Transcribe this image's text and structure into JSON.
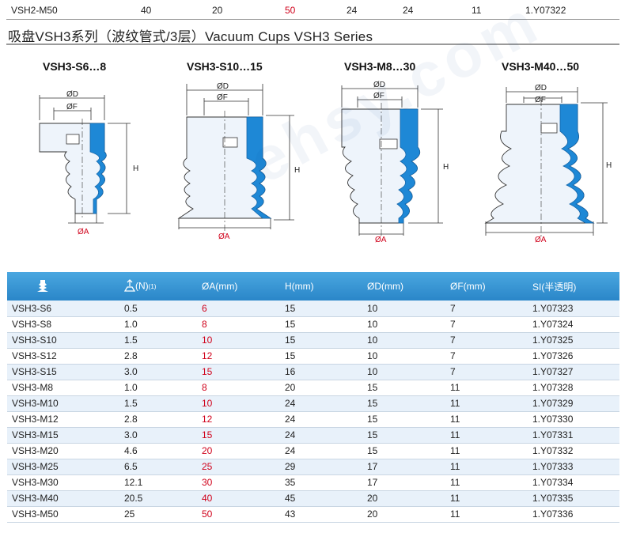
{
  "top_row": {
    "model": "VSH2-M50",
    "force": "40",
    "a": "20",
    "h": "50",
    "d": "24",
    "f": "24",
    "extra": "11",
    "code": "1.Y07322"
  },
  "section": {
    "title": "吸盘VSH3系列（波纹管式/3层）Vacuum Cups VSH3 Series"
  },
  "drawings": [
    {
      "title": "VSH3-S6…8",
      "labels": {
        "d": "ØD",
        "f": "ØF",
        "h": "H",
        "a": "ØA"
      }
    },
    {
      "title": "VSH3-S10…15",
      "labels": {
        "d": "ØD",
        "f": "ØF",
        "h": "H",
        "a": "ØA"
      }
    },
    {
      "title": "VSH3-M8…30",
      "labels": {
        "d": "ØD",
        "f": "ØF",
        "h": "H",
        "a": "ØA"
      }
    },
    {
      "title": "VSH3-M40…50",
      "labels": {
        "d": "ØD",
        "f": "ØF",
        "h": "H",
        "a": "ØA"
      }
    }
  ],
  "colors": {
    "header_blue": "#2a86c8",
    "cup_blue": "#1e88d6",
    "accent_red": "#d0021b",
    "row_stripe": "#e8f1fa"
  },
  "table": {
    "icons": {
      "model": "suction-cup-icon",
      "force": "force-icon"
    },
    "headers": {
      "force_unit": "(N)",
      "force_note": "(1)",
      "a": "ØA(mm)",
      "h": "H(mm)",
      "d": "ØD(mm)",
      "f": "ØF(mm)",
      "code": "SI(半透明)"
    },
    "rows": [
      {
        "model": "VSH3-S6",
        "force": "0.5",
        "a": "6",
        "h": "15",
        "d": "10",
        "f": "7",
        "code": "1.Y07323"
      },
      {
        "model": "VSH3-S8",
        "force": "1.0",
        "a": "8",
        "h": "15",
        "d": "10",
        "f": "7",
        "code": "1.Y07324"
      },
      {
        "model": "VSH3-S10",
        "force": "1.5",
        "a": "10",
        "h": "15",
        "d": "10",
        "f": "7",
        "code": "1.Y07325"
      },
      {
        "model": "VSH3-S12",
        "force": "2.8",
        "a": "12",
        "h": "15",
        "d": "10",
        "f": "7",
        "code": "1.Y07326"
      },
      {
        "model": "VSH3-S15",
        "force": "3.0",
        "a": "15",
        "h": "16",
        "d": "10",
        "f": "7",
        "code": "1.Y07327"
      },
      {
        "model": "VSH3-M8",
        "force": "1.0",
        "a": "8",
        "h": "20",
        "d": "15",
        "f": "11",
        "code": "1.Y07328"
      },
      {
        "model": "VSH3-M10",
        "force": "1.5",
        "a": "10",
        "h": "24",
        "d": "15",
        "f": "11",
        "code": "1.Y07329"
      },
      {
        "model": "VSH3-M12",
        "force": "2.8",
        "a": "12",
        "h": "24",
        "d": "15",
        "f": "11",
        "code": "1.Y07330"
      },
      {
        "model": "VSH3-M15",
        "force": "3.0",
        "a": "15",
        "h": "24",
        "d": "15",
        "f": "11",
        "code": "1.Y07331"
      },
      {
        "model": "VSH3-M20",
        "force": "4.6",
        "a": "20",
        "h": "24",
        "d": "15",
        "f": "11",
        "code": "1.Y07332"
      },
      {
        "model": "VSH3-M25",
        "force": "6.5",
        "a": "25",
        "h": "29",
        "d": "17",
        "f": "11",
        "code": "1.Y07333"
      },
      {
        "model": "VSH3-M30",
        "force": "12.1",
        "a": "30",
        "h": "35",
        "d": "17",
        "f": "11",
        "code": "1.Y07334"
      },
      {
        "model": "VSH3-M40",
        "force": "20.5",
        "a": "40",
        "h": "45",
        "d": "20",
        "f": "11",
        "code": "1.Y07335"
      },
      {
        "model": "VSH3-M50",
        "force": "25",
        "a": "50",
        "h": "43",
        "d": "20",
        "f": "11",
        "code": "1.Y07336"
      }
    ]
  }
}
